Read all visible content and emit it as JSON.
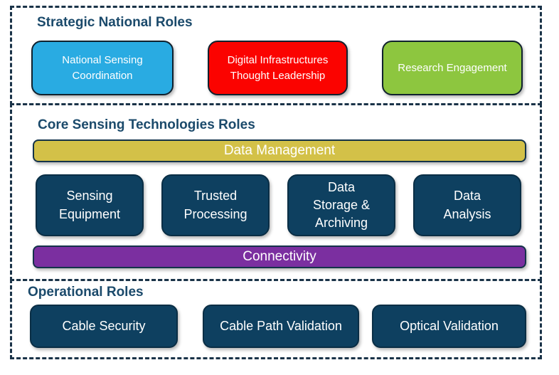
{
  "diagram": {
    "sections": [
      {
        "title": "Strategic National Roles",
        "boxes": [
          {
            "label": "National Sensing Coordination",
            "color": "#29abe2"
          },
          {
            "label": "Digital Infrastructures Thought Leadership",
            "color": "#fb0300"
          },
          {
            "label": "Research Engagement",
            "color": "#8dc63f"
          }
        ]
      },
      {
        "title": "Core Sensing Technologies Roles",
        "top_bar": {
          "label": "Data Management",
          "color": "#d3c148"
        },
        "boxes": [
          {
            "label": "Sensing Equipment",
            "color": "#0e4060"
          },
          {
            "label": "Trusted Processing",
            "color": "#0e4060"
          },
          {
            "label": "Data Storage & Archiving",
            "color": "#0e4060"
          },
          {
            "label": "Data Analysis",
            "color": "#0e4060"
          }
        ],
        "bottom_bar": {
          "label": "Connectivity",
          "color": "#7b2fa0"
        }
      },
      {
        "title": "Operational Roles",
        "boxes": [
          {
            "label": "Cable Security",
            "color": "#0e4060"
          },
          {
            "label": "Cable Path Validation",
            "color": "#0e4060"
          },
          {
            "label": "Optical Validation",
            "color": "#0e4060"
          }
        ]
      }
    ],
    "style": {
      "frame_border_color": "#1a3348",
      "title_color": "#1b4a6b",
      "box_text_color": "#ffffff",
      "background_color": "#ffffff"
    }
  }
}
